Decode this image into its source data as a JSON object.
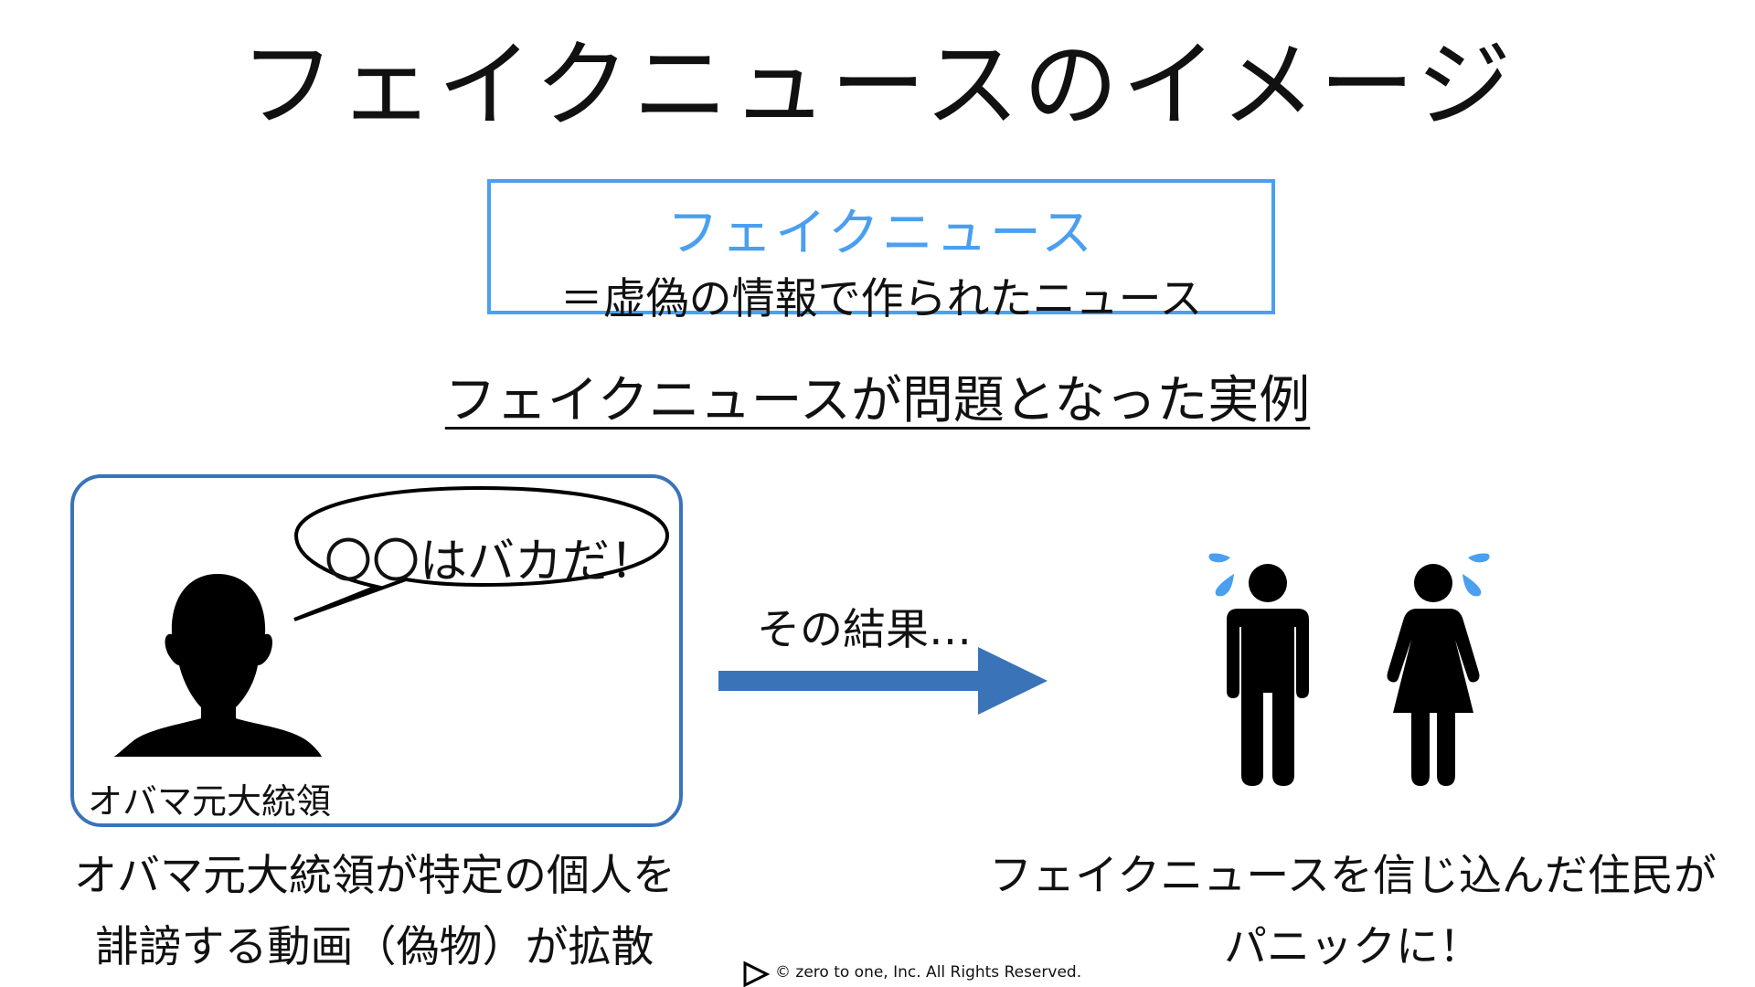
{
  "slide": {
    "title": "フェイクニュースのイメージ",
    "definition": {
      "term": "フェイクニュース",
      "text": "＝虚偽の情報で作られたニュース"
    },
    "example_heading": "フェイクニュースが問題となった実例",
    "left_panel": {
      "speech": "〇〇はバカだ！",
      "person_label": "オバマ元大統領",
      "caption_line1": "オバマ元大統領が特定の個人を",
      "caption_line2": "誹謗する動画（偽物）が拡散"
    },
    "arrow_label": "その結果…",
    "right_panel": {
      "caption_line1": "フェイクニュースを信じ込んだ住民が",
      "caption_line2": "パニックに！"
    },
    "copyright": "©   zero to one, Inc. All Rights Reserved."
  },
  "colors": {
    "accent_blue": "#4a9ff0",
    "panel_border": "#3a73b8",
    "arrow": "#3a73b8",
    "tear": "#4a9ff0",
    "silhouette": "#000000"
  },
  "icons": [
    "person-silhouette-icon",
    "speech-bubble-icon",
    "arrow-right-icon",
    "man-icon",
    "woman-icon",
    "sweat-drop-icon",
    "play-logo-icon"
  ]
}
